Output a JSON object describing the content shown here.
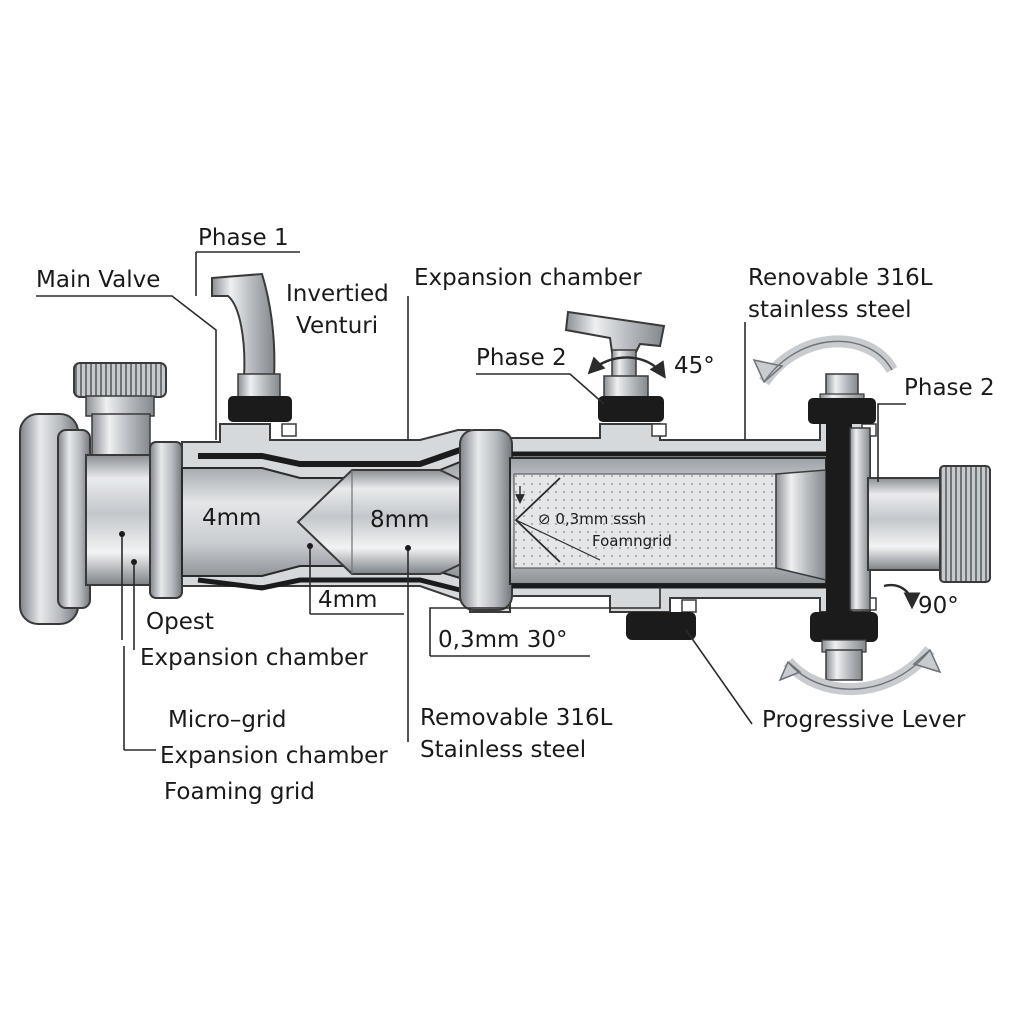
{
  "labels": {
    "phase1": "Phase 1",
    "main_valve": "Main Valve",
    "inverted_venturi": [
      "Invertied",
      "Venturi"
    ],
    "expansion_top": "Expansion chamber",
    "removable_top": [
      "Renovable 316L",
      "stainless steel"
    ],
    "phase2_left": "Phase 2",
    "angle_45": "45°",
    "phase2_right": "Phase 2",
    "inner_4mm": "4mm",
    "inner_8mm": "8mm",
    "mesh_line1": "⊘ 0,3mm sssh",
    "mesh_line2": "Foamngrid",
    "lower_4mm": "4mm",
    "lower_03mm_30": "0,3mm 30°",
    "angle_90": "90°",
    "opest": [
      "Opest",
      "Expansion chamber"
    ],
    "micro_grid": [
      "Micro–grid",
      "Expansion chamber",
      "Foaming grid"
    ],
    "removable_bottom": [
      "Removable 316L",
      "Stainless steel"
    ],
    "progressive_lever": "Progressive Lever"
  },
  "colors": {
    "background": "#ffffff",
    "steel_light": "#e6e8ea",
    "steel_mid": "#b9bdc1",
    "steel_dark": "#7a7f84",
    "seal_black": "#1b1b1b",
    "outline": "#3a3a3a",
    "mesh": "#d9dbdd",
    "leader": "#2b2b2b"
  },
  "icons": {
    "rotation_arrow_top": "curved-rotate-arrow-icon",
    "rotation_arrow_bottom": "curved-rotate-arrow-icon",
    "angle_45_arrow": "double-arrow-icon",
    "angle_90_arrow": "curved-arrow-icon",
    "knurled_knob": "knurled-knob-icon",
    "lever_handle": "lever-handle-icon",
    "t_handle": "t-handle-icon"
  }
}
